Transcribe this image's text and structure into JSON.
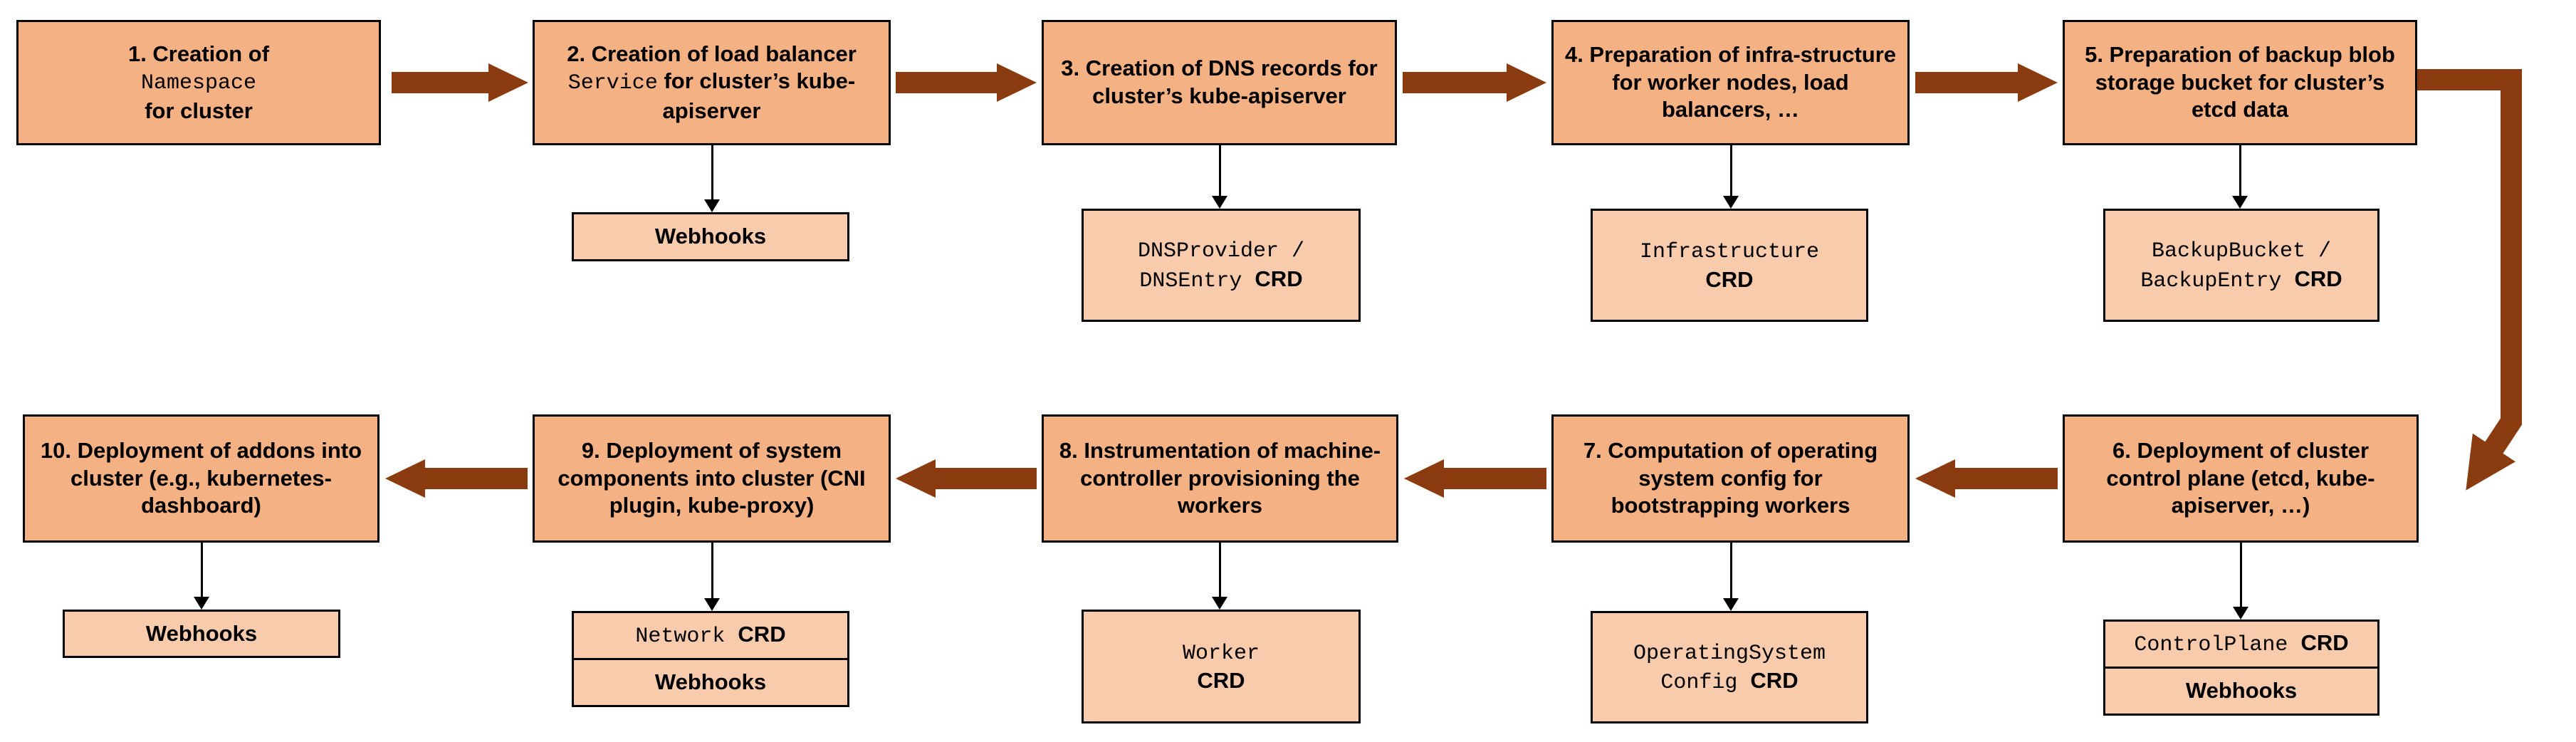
{
  "colors": {
    "main_box_fill": "#F4B183",
    "child_box_fill": "#F8CBAD",
    "arrow_color": "#8A3B10",
    "border_color": "#000000",
    "text_color": "#000000",
    "background": "#FFFFFF"
  },
  "steps": [
    {
      "id": 1,
      "title_parts": [
        {
          "t": "1. Creation of"
        },
        {
          "br": true
        },
        {
          "t": "Namespace",
          "mono": true
        },
        {
          "br": true
        },
        {
          "t": "for cluster"
        }
      ],
      "children": []
    },
    {
      "id": 2,
      "title_parts": [
        {
          "t": "2. Creation of load balancer "
        },
        {
          "t": "Service",
          "mono": true
        },
        {
          "t": " for cluster’s kube-apiserver"
        }
      ],
      "children": [
        {
          "parts": [
            {
              "t": "Webhooks"
            }
          ]
        }
      ]
    },
    {
      "id": 3,
      "title_parts": [
        {
          "t": "3. Creation of DNS records for cluster’s kube-apiserver"
        }
      ],
      "children": [
        {
          "parts": [
            {
              "t": "DNSProvider /",
              "mono": true
            },
            {
              "br": true
            },
            {
              "t": "DNSEntry ",
              "mono": true
            },
            {
              "t": "CRD"
            }
          ]
        }
      ]
    },
    {
      "id": 4,
      "title_parts": [
        {
          "t": "4. Preparation of infra-structure for worker nodes, load balancers, …"
        }
      ],
      "children": [
        {
          "parts": [
            {
              "t": "Infrastructure",
              "mono": true
            },
            {
              "br": true
            },
            {
              "t": "CRD"
            }
          ]
        }
      ]
    },
    {
      "id": 5,
      "title_parts": [
        {
          "t": "5. Preparation of backup blob storage bucket for cluster’s etcd data"
        }
      ],
      "children": [
        {
          "parts": [
            {
              "t": "BackupBucket /",
              "mono": true
            },
            {
              "br": true
            },
            {
              "t": "BackupEntry ",
              "mono": true
            },
            {
              "t": "CRD"
            }
          ]
        }
      ]
    },
    {
      "id": 6,
      "title_parts": [
        {
          "t": "6. Deployment of cluster control plane (etcd, kube-apiserver, …)"
        }
      ],
      "children": [
        {
          "parts": [
            {
              "t": "ControlPlane ",
              "mono": true
            },
            {
              "t": "CRD"
            }
          ]
        },
        {
          "parts": [
            {
              "t": "Webhooks"
            }
          ]
        }
      ]
    },
    {
      "id": 7,
      "title_parts": [
        {
          "t": "7. Computation of operating system config for bootstrapping workers"
        }
      ],
      "children": [
        {
          "parts": [
            {
              "t": "OperatingSystem",
              "mono": true
            },
            {
              "br": true
            },
            {
              "t": "Config ",
              "mono": true
            },
            {
              "t": "CRD"
            }
          ]
        }
      ]
    },
    {
      "id": 8,
      "title_parts": [
        {
          "t": "8. Instrumentation of machine-controller provisioning the workers"
        }
      ],
      "children": [
        {
          "parts": [
            {
              "t": "Worker",
              "mono": true
            },
            {
              "br": true
            },
            {
              "t": "CRD"
            }
          ]
        }
      ]
    },
    {
      "id": 9,
      "title_parts": [
        {
          "t": "9. Deployment of system components into cluster (CNI plugin, kube-proxy)"
        }
      ],
      "children": [
        {
          "parts": [
            {
              "t": "Network ",
              "mono": true
            },
            {
              "t": "CRD"
            }
          ]
        },
        {
          "parts": [
            {
              "t": "Webhooks"
            }
          ]
        }
      ]
    },
    {
      "id": 10,
      "title_parts": [
        {
          "t": "10. Deployment of addons into cluster (e.g., kubernetes-dashboard)"
        }
      ],
      "children": [
        {
          "parts": [
            {
              "t": "Webhooks"
            }
          ]
        }
      ]
    }
  ]
}
